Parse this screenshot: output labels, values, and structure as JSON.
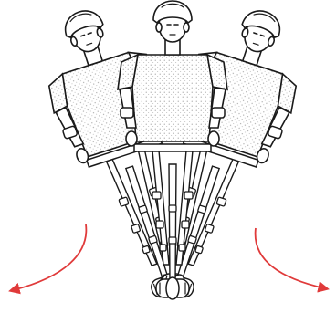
{
  "figure": {
    "rider_poses": [
      "lean-left",
      "upright",
      "lean-right"
    ],
    "arrow_color": "#e03a3a",
    "line_color": "#1a1a1a",
    "shirt_pattern": "stippled",
    "motion_arrows": [
      "curved-arrow-left",
      "curved-arrow-right"
    ]
  }
}
